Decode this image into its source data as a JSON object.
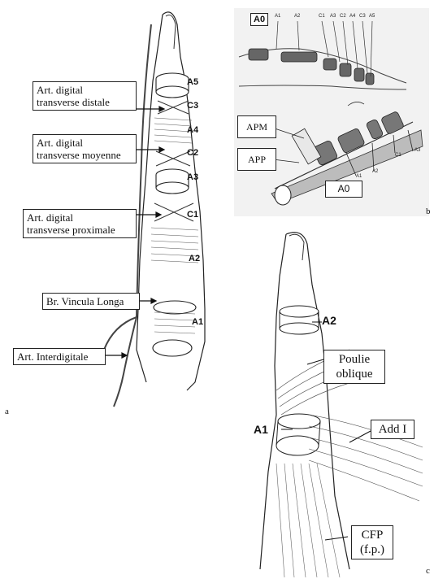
{
  "panel_a": {
    "letter": "a",
    "labels": {
      "art_distale": "Art. digital\ntransverse distale",
      "art_moyenne": "Art. digital\ntransverse moyenne",
      "art_proximale": "Art. digital\ntransverse proximale",
      "vincula": "Br. Vincula Longa",
      "interdigitale": "Art. Interdigitale"
    },
    "pulleys": {
      "a5": "A5",
      "c3": "C3",
      "a4": "A4",
      "c2": "C2",
      "a3": "A3",
      "c1": "C1",
      "a2": "A2",
      "a1": "A1"
    }
  },
  "panel_b": {
    "letter": "b",
    "top_labels": {
      "a0": "A0",
      "a1": "A1",
      "a2": "A2",
      "c1": "C1",
      "a3": "A3",
      "c2": "C2",
      "a4": "A4",
      "c3": "C3",
      "a5": "A5"
    },
    "bottom_labels": {
      "apm": "APM",
      "app": "APP",
      "a0": "A0",
      "a1": "A1",
      "a2": "A2",
      "c1": "C1",
      "a3": "A3"
    }
  },
  "panel_c": {
    "letter": "c",
    "labels": {
      "a2": "A2",
      "a1": "A1",
      "poulie": "Poulie\noblique",
      "add": "Add I",
      "cfp": "CFP\n(f.p.)"
    }
  }
}
